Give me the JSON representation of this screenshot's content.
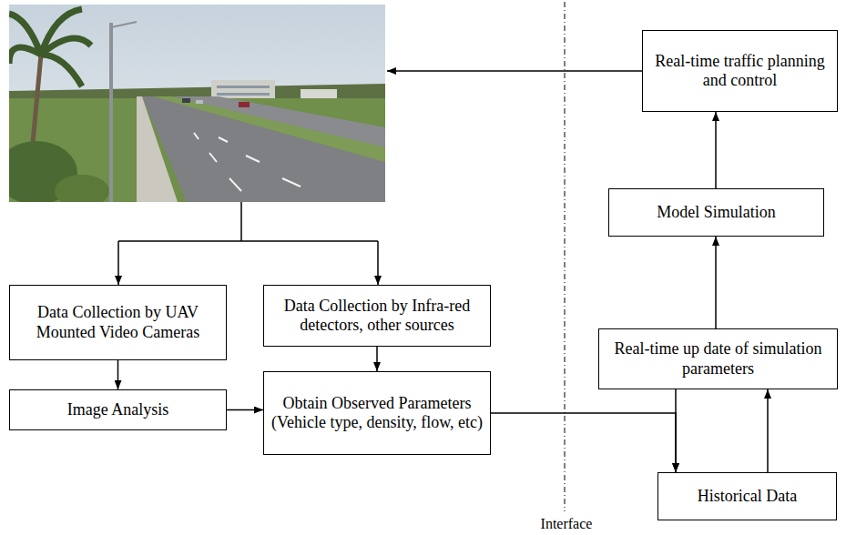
{
  "diagram": {
    "nodes": [
      {
        "text": [
          "Real-time traffic planning and control"
        ]
      },
      {
        "text": [
          "Model Simulation"
        ]
      },
      {
        "text": [
          "Data Collection by UAV Mounted Video Cameras"
        ]
      },
      {
        "text": [
          "Data Collection by Infra-red detectors, other sources"
        ]
      },
      {
        "text": [
          "Real-time up date of simulation parameters"
        ]
      },
      {
        "text": [
          "Image Analysis"
        ]
      },
      {
        "text": [
          "Obtain Observed Parameters (Vehicle type, density, flow, etc)"
        ]
      },
      {
        "text": [
          "Historical Data"
        ]
      }
    ],
    "edges": [
      {
        "from": 2,
        "to": 5,
        "arrow": "to"
      },
      {
        "from": 3,
        "to": 6,
        "arrow": "to"
      },
      {
        "from": 5,
        "to": 6,
        "arrow": "to"
      },
      {
        "from": 6,
        "to": 7,
        "arrow": "to"
      },
      {
        "from": 4,
        "to": 7,
        "arrow": "to"
      },
      {
        "from": 7,
        "to": 4,
        "arrow": "to"
      },
      {
        "from": 4,
        "to": 1,
        "arrow": "to"
      },
      {
        "from": 1,
        "to": 0,
        "arrow": "to"
      }
    ],
    "labels": [
      "Interface"
    ]
  }
}
